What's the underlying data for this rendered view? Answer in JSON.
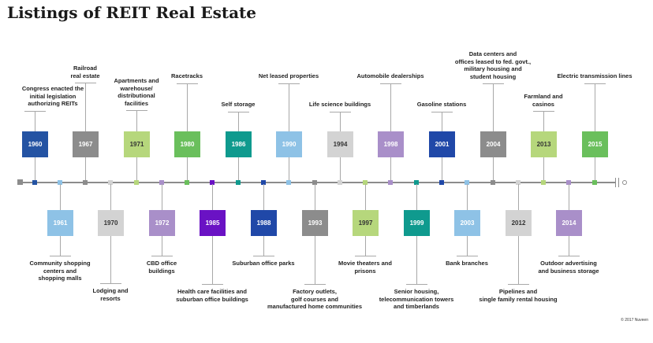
{
  "title": "Listings of REIT Real Estate",
  "copyright": "© 2017 Nuveen",
  "palette": {
    "dark_blue": "#2453a3",
    "light_blue": "#8ec2e6",
    "gray": "#8c8c8c",
    "light_gray": "#d3d3d3",
    "light_green": "#b6d77c",
    "green": "#6abf5c",
    "teal": "#0f9a8e",
    "lavender": "#a98fc9",
    "purple": "#6a12c4",
    "royal_blue": "#2048a8"
  },
  "events": [
    {
      "year": "1960",
      "label": "Congress enacted the\ninitial legislation\nauthorizing REITs",
      "pos": "top",
      "color": "#2453a3"
    },
    {
      "year": "1961",
      "label": "Community shopping\ncenters and\nshopping malls",
      "pos": "bottom",
      "color": "#8ec2e6"
    },
    {
      "year": "1967",
      "label": "Railroad\nreal estate",
      "pos": "top",
      "color": "#8c8c8c"
    },
    {
      "year": "1970",
      "label": "Lodging and\nresorts",
      "pos": "bottom",
      "color": "#d3d3d3",
      "dark_text": true
    },
    {
      "year": "1971",
      "label": "Apartments and\nwarehouse/\ndistributional\nfacilities",
      "pos": "top",
      "color": "#b6d77c",
      "dark_text": true
    },
    {
      "year": "1972",
      "label": "CBD office\nbuildings",
      "pos": "bottom",
      "color": "#a98fc9"
    },
    {
      "year": "1980",
      "label": "Racetracks",
      "pos": "top",
      "color": "#6abf5c"
    },
    {
      "year": "1985",
      "label": "Health care facilities and\nsuburban office buildings",
      "pos": "bottom",
      "color": "#6a12c4"
    },
    {
      "year": "1986",
      "label": "Self storage",
      "pos": "top",
      "color": "#0f9a8e"
    },
    {
      "year": "1988",
      "label": "Suburban office parks",
      "pos": "bottom",
      "color": "#2048a8"
    },
    {
      "year": "1990",
      "label": "Net leased properties",
      "pos": "top",
      "color": "#8ec2e6"
    },
    {
      "year": "1993",
      "label": "Factory outlets,\ngolf courses and\nmanufactured home communities",
      "pos": "bottom",
      "color": "#8c8c8c"
    },
    {
      "year": "1994",
      "label": "Life science buildings",
      "pos": "top",
      "color": "#d3d3d3",
      "dark_text": true
    },
    {
      "year": "1997",
      "label": "Movie theaters and\nprisons",
      "pos": "bottom",
      "color": "#b6d77c",
      "dark_text": true
    },
    {
      "year": "1998",
      "label": "Automobile dealerships",
      "pos": "top",
      "color": "#a98fc9"
    },
    {
      "year": "1999",
      "label": "Senior housing,\ntelecommunication towers\nand timberlands",
      "pos": "bottom",
      "color": "#0f9a8e"
    },
    {
      "year": "2001",
      "label": "Gasoline stations",
      "pos": "top",
      "color": "#2048a8"
    },
    {
      "year": "2003",
      "label": "Bank branches",
      "pos": "bottom",
      "color": "#8ec2e6"
    },
    {
      "year": "2004",
      "label": "Data centers and\noffices leased to fed. govt.,\nmilitary housing and\nstudent housing",
      "pos": "top",
      "color": "#8c8c8c"
    },
    {
      "year": "2012",
      "label": "Pipelines and\nsingle family rental housing",
      "pos": "bottom",
      "color": "#d3d3d3",
      "dark_text": true
    },
    {
      "year": "2013",
      "label": "Farmland and\ncasinos",
      "pos": "top",
      "color": "#b6d77c",
      "dark_text": true
    },
    {
      "year": "2014",
      "label": "Outdoor advertising\nand business storage",
      "pos": "bottom",
      "color": "#a98fc9"
    },
    {
      "year": "2015",
      "label": "Electric transmission lines",
      "pos": "top",
      "color": "#6abf5c"
    }
  ]
}
